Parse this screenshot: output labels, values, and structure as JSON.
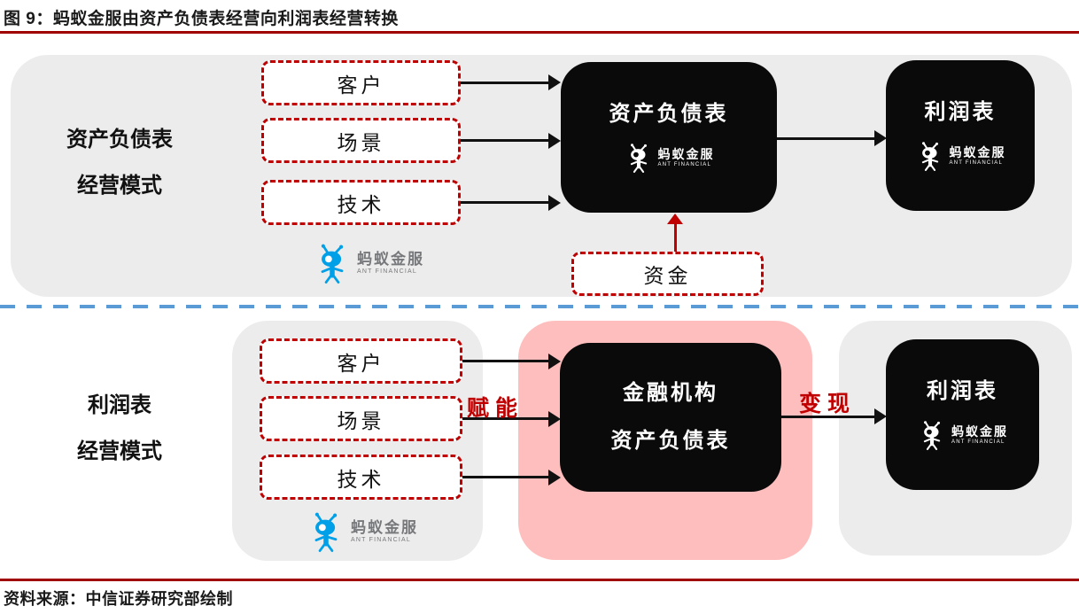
{
  "figure": {
    "title": "图 9：蚂蚁金服由资产负债表经营向利润表经营转换",
    "source": "资料来源：中信证券研究部绘制"
  },
  "logo": {
    "name": "蚂蚁金服",
    "sub": "ANT FINANCIAL"
  },
  "colors": {
    "accent_red": "#C00000",
    "rule_red": "#A00000",
    "panel_gray": "#ECECEC",
    "panel_pink": "#FFBEBE",
    "separator_blue": "#5B9BD5",
    "box_black": "#0A0A0A",
    "ant_blue": "#00A0E9"
  },
  "top_section": {
    "label_line1": "资产负债表",
    "label_line2": "经营模式",
    "inputs": [
      "客户",
      "场景",
      "技术"
    ],
    "main_box": "资产负债表",
    "result_box": "利润表",
    "capital_box": "资金"
  },
  "bottom_section": {
    "label_line1": "利润表",
    "label_line2": "经营模式",
    "inputs": [
      "客户",
      "场景",
      "技术"
    ],
    "main_box_line1": "金融机构",
    "main_box_line2": "资产负债表",
    "result_box": "利润表",
    "arrow_label_left": "赋能",
    "arrow_label_right": "变现"
  }
}
